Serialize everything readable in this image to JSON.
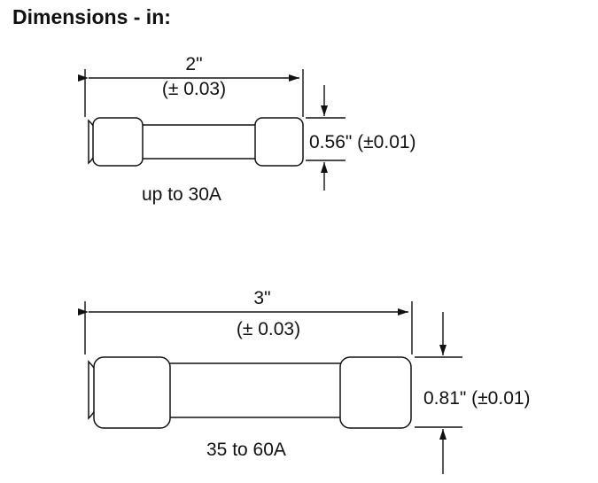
{
  "title": "Dimensions - in:",
  "fuses": [
    {
      "length": "2\"",
      "length_tolerance": "(± 0.03)",
      "diameter": "0.56\" (±0.01)",
      "rating": "up to 30A"
    },
    {
      "length": "3\"",
      "length_tolerance": "(± 0.03)",
      "diameter": "0.81\" (±0.01)",
      "rating": "35 to 60A"
    }
  ]
}
